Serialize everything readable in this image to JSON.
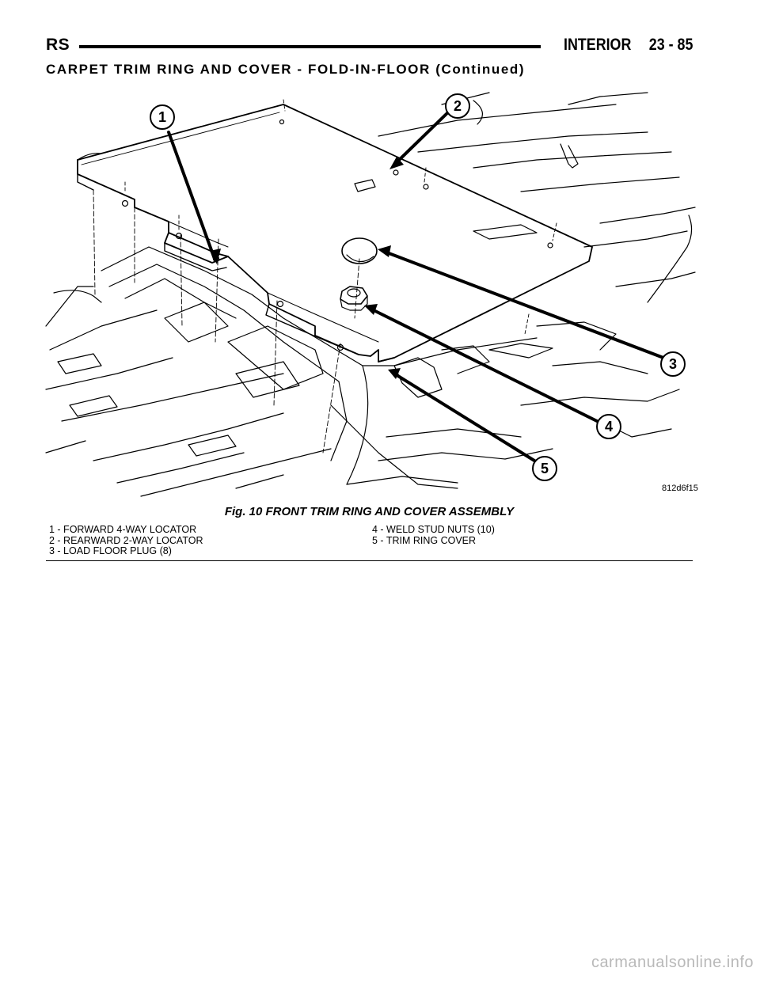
{
  "header": {
    "left_code": "RS",
    "section": "INTERIOR",
    "page_number": "23 - 85"
  },
  "subtitle": "CARPET TRIM RING AND COVER - FOLD-IN-FLOOR (Continued)",
  "figure": {
    "image_code": "812d6f15",
    "callouts": [
      "1",
      "2",
      "3",
      "4",
      "5"
    ],
    "caption": "Fig. 10 FRONT TRIM RING AND COVER ASSEMBLY"
  },
  "legend": {
    "left": [
      "1 - FORWARD 4-WAY LOCATOR",
      "2 - REARWARD 2-WAY LOCATOR",
      "3 - LOAD FLOOR PLUG (8)"
    ],
    "right": [
      "4 - WELD STUD NUTS (10)",
      "5 - TRIM RING COVER"
    ]
  },
  "watermark": "carmanualsonline.info"
}
